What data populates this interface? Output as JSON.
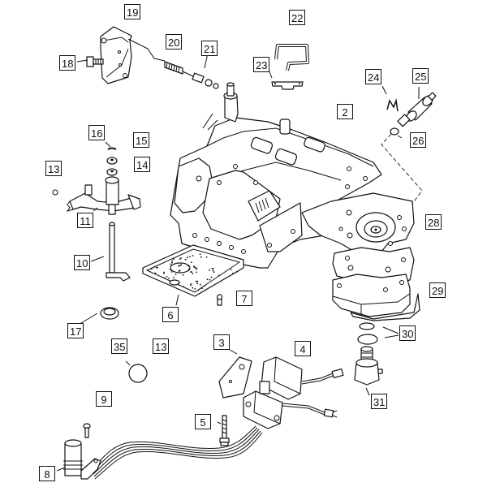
{
  "diagram": {
    "title": "Transmission Valve Body Exploded View",
    "callouts": [
      {
        "id": "2",
        "label": "2"
      },
      {
        "id": "3",
        "label": "3"
      },
      {
        "id": "4",
        "label": "4"
      },
      {
        "id": "5",
        "label": "5"
      },
      {
        "id": "6",
        "label": "6"
      },
      {
        "id": "7",
        "label": "7"
      },
      {
        "id": "8",
        "label": "8"
      },
      {
        "id": "9",
        "label": "9"
      },
      {
        "id": "10",
        "label": "10"
      },
      {
        "id": "11",
        "label": "11"
      },
      {
        "id": "13a",
        "label": "13"
      },
      {
        "id": "13b",
        "label": "13"
      },
      {
        "id": "14",
        "label": "14"
      },
      {
        "id": "15",
        "label": "15"
      },
      {
        "id": "16",
        "label": "16"
      },
      {
        "id": "17",
        "label": "17"
      },
      {
        "id": "18",
        "label": "18"
      },
      {
        "id": "19",
        "label": "19"
      },
      {
        "id": "20",
        "label": "20"
      },
      {
        "id": "21",
        "label": "21"
      },
      {
        "id": "22",
        "label": "22"
      },
      {
        "id": "23",
        "label": "23"
      },
      {
        "id": "24",
        "label": "24"
      },
      {
        "id": "25",
        "label": "25"
      },
      {
        "id": "26",
        "label": "26"
      },
      {
        "id": "28",
        "label": "28"
      },
      {
        "id": "29",
        "label": "29"
      },
      {
        "id": "30",
        "label": "30"
      },
      {
        "id": "31",
        "label": "31"
      },
      {
        "id": "35",
        "label": "35"
      }
    ]
  },
  "parts": {
    "valve_body": "valve-body",
    "bracket": "throttle-bracket",
    "spring": "spring",
    "rod": "throttle-rod",
    "tube": "oil-tube",
    "tube_clip": "tube-retainer",
    "clip": "retaining-clip",
    "solenoid_valve": "solenoid-valve",
    "o_ring": "o-ring",
    "accumulator_plate": "transfer-plate",
    "separator": "separator-plate",
    "filter_screen": "filter-screen",
    "lever": "manual-lever",
    "shaft": "manual-shaft",
    "seal": "shaft-seal",
    "check_ball": "check-ball",
    "solenoid_assembly": "governor-solenoid",
    "harness": "wiring-harness",
    "connector": "harness-connector",
    "pressure_sensor": "pressure-sensor"
  }
}
